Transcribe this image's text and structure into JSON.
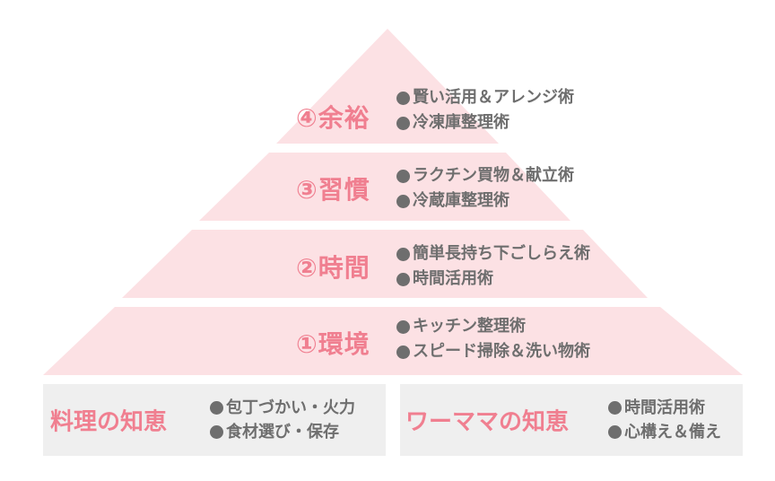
{
  "colors": {
    "tier_fill": "#fce1e4",
    "accent": "#f07f90",
    "text": "#6e6e6e",
    "box_bg": "#efefef"
  },
  "tiers": [
    {
      "title": "④余裕",
      "items": [
        "賢い活用＆アレンジ術",
        "冷凍庫整理術"
      ]
    },
    {
      "title": "③習慣",
      "items": [
        "ラクチン買物＆献立術",
        "冷蔵庫整理術"
      ]
    },
    {
      "title": "②時間",
      "items": [
        "簡単長持ち下ごしらえ術",
        "時間活用術"
      ]
    },
    {
      "title": "①環境",
      "items": [
        "キッチン整理術",
        "スピード掃除＆洗い物術"
      ]
    }
  ],
  "boxes": [
    {
      "title": "料理の知恵",
      "items": [
        "包丁づかい・火力",
        "食材選び・保存"
      ]
    },
    {
      "title": "ワーママの知恵",
      "items": [
        "時間活用術",
        "心構え＆備え"
      ]
    }
  ]
}
